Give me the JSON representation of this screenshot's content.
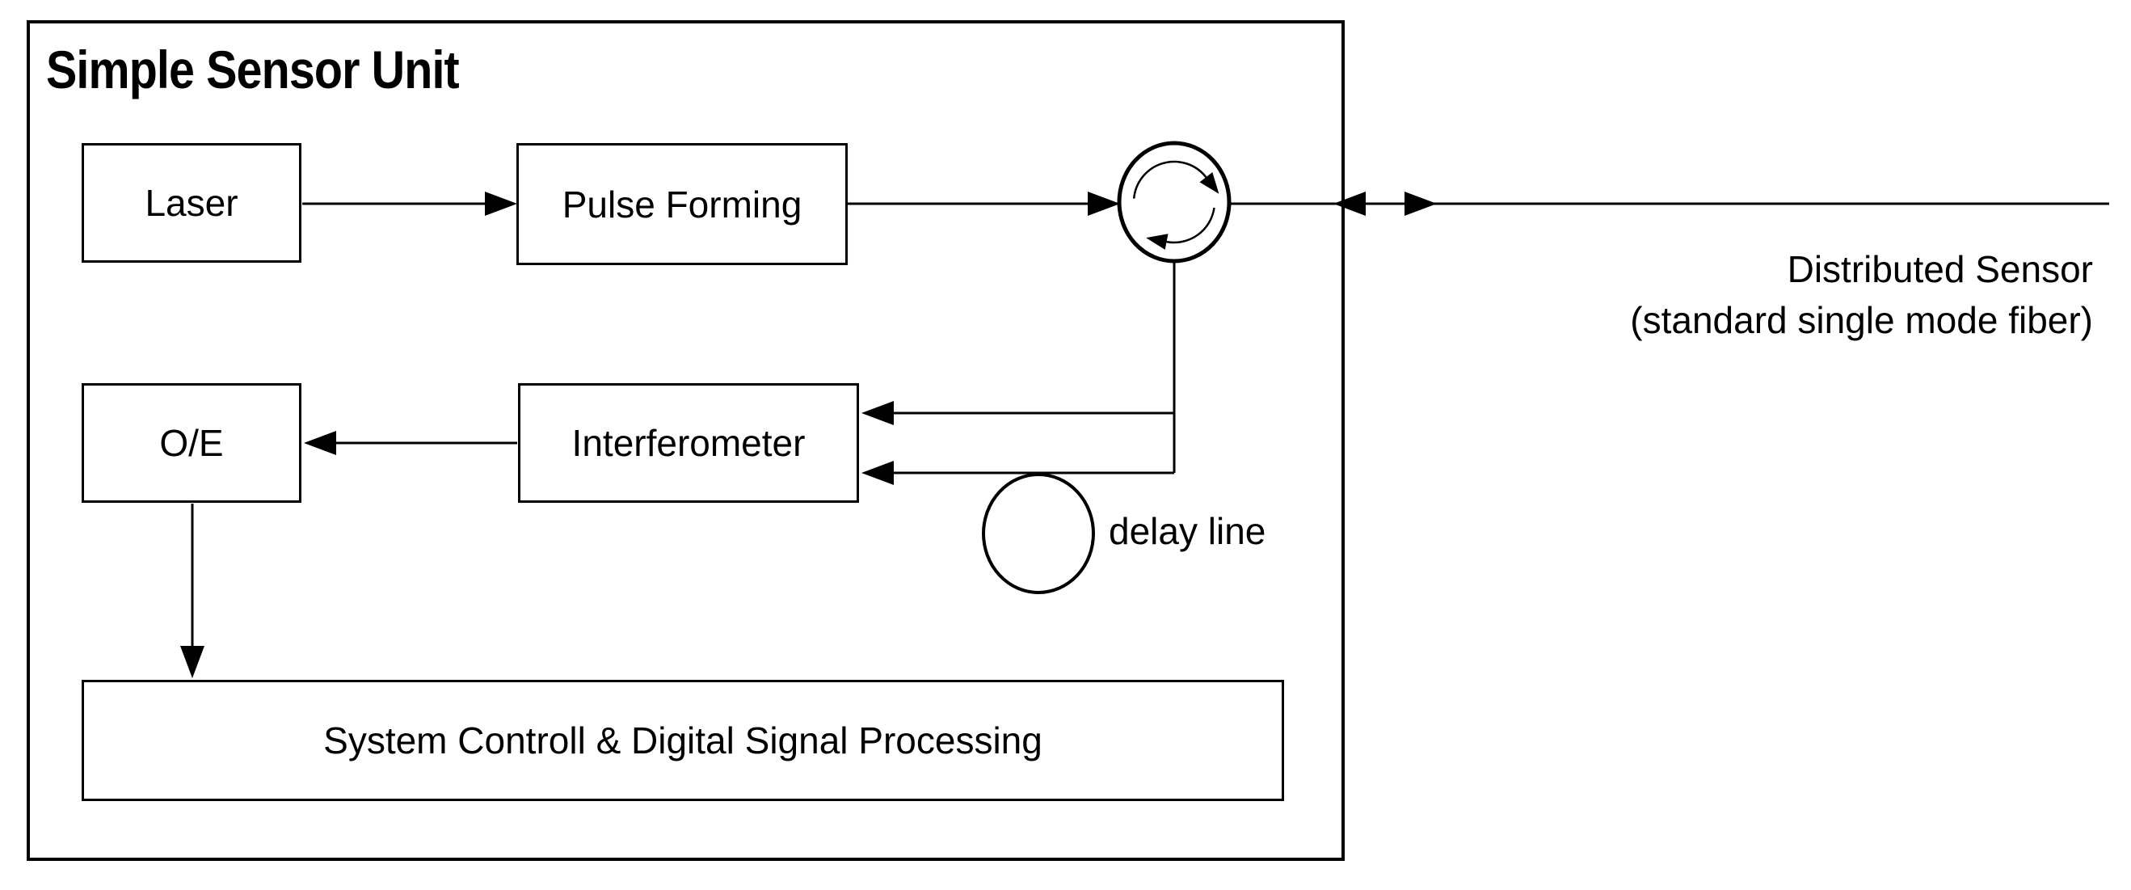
{
  "diagram": {
    "title": "Simple Sensor Unit",
    "blocks": {
      "laser": "Laser",
      "pulse_forming": "Pulse Forming",
      "oe": "O/E",
      "interferometer": "Interferometer",
      "system": "System Controll & Digital Signal Processing"
    },
    "annotations": {
      "delay_line": "delay line",
      "distributed_sensor_line1": "Distributed Sensor",
      "distributed_sensor_line2": "(standard single mode fiber)"
    },
    "symbols": {
      "circulator": "optical-circulator (circle with clockwise arrows)",
      "delay_coil": "fiber delay loop",
      "bidirectional_port": "left-right arrow pair at sensor unit boundary"
    },
    "colors": {
      "line": "#000000",
      "background": "#ffffff"
    }
  }
}
